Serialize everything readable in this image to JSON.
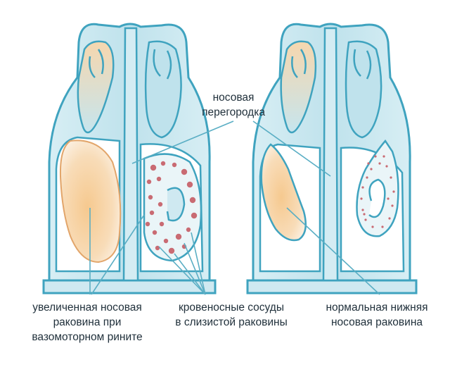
{
  "labels": {
    "septum": {
      "line1": "носовая",
      "line2": "перегородка"
    },
    "enlarged": {
      "line1": "увеличенная носовая",
      "line2": "раковина при",
      "line3": "вазомоторном рините"
    },
    "vessels": {
      "line1": "кровеносные сосуды",
      "line2": "в слизистой раковины"
    },
    "normal": {
      "line1": "нормальная нижняя",
      "line2": "носовая раковина"
    }
  },
  "colors": {
    "outline": "#3fa3bf",
    "wall": "#c9e6ee",
    "wall_light": "#e4f3f7",
    "turbinate": "#f3c894",
    "turbinate_light": "#fbe6cc",
    "turbinate_edge": "#e2a56a",
    "vessel": "#c96b73",
    "leader": "#5aaec4",
    "text": "#1f2f3a"
  }
}
